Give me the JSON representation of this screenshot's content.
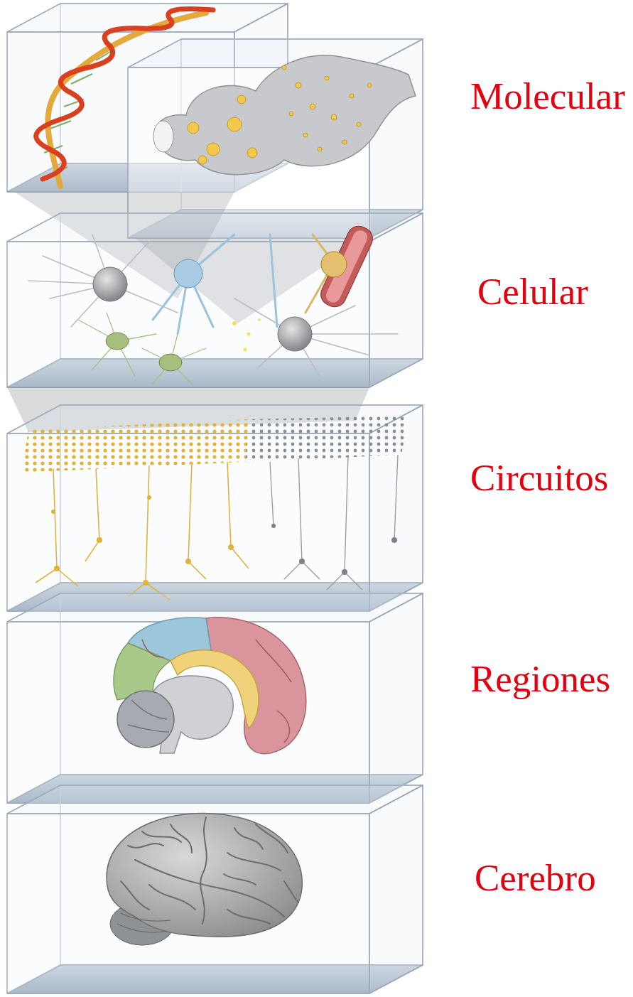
{
  "diagram": {
    "labels": [
      "Molecular",
      "Celular",
      "Circuitos",
      "Regiones",
      "Cerebro"
    ]
  }
}
